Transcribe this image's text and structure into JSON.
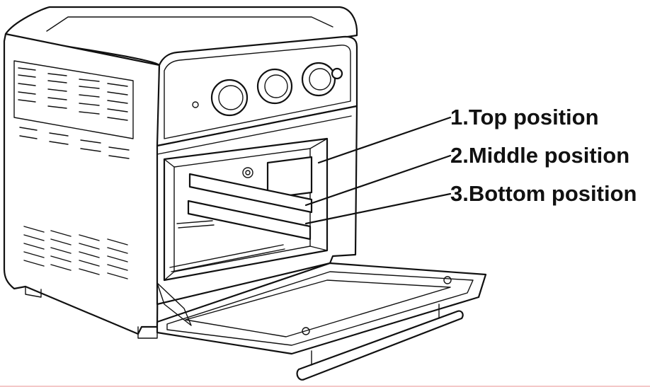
{
  "labels": [
    {
      "text": "1.Top position"
    },
    {
      "text": "2.Middle position"
    },
    {
      "text": "3.Bottom position"
    }
  ],
  "colors": {
    "line": "#111111",
    "background": "#ffffff"
  }
}
